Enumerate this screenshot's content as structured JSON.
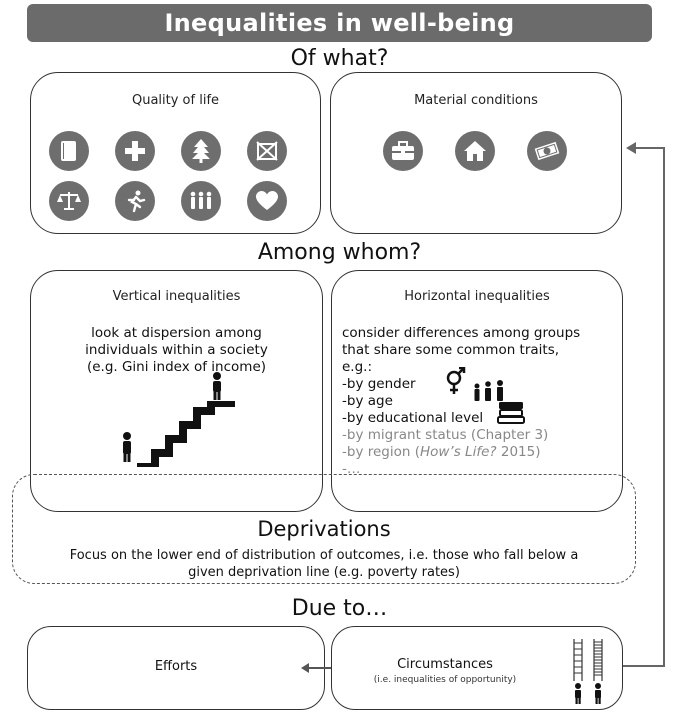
{
  "title": "Inequalities in well-being",
  "headings": {
    "of_what": "Of what?",
    "among_whom": "Among whom?",
    "due_to": "Due to…"
  },
  "quality_of_life": {
    "title": "Quality of life",
    "icons": [
      "book-icon",
      "health-cross-icon",
      "tree-icon",
      "crossed-box-icon",
      "scales-icon",
      "runner-icon",
      "people-group-icon",
      "heart-icon"
    ]
  },
  "material_conditions": {
    "title": "Material conditions",
    "icons": [
      "briefcase-icon",
      "house-icon",
      "money-icon"
    ]
  },
  "vertical": {
    "title": "Vertical inequalities",
    "lines": [
      "look at dispersion among",
      "individuals within a society",
      "(e.g. Gini index of income)"
    ]
  },
  "horizontal": {
    "title": "Horizontal inequalities",
    "lines": [
      "consider differences among groups",
      "that share some common traits,",
      "e.g.:"
    ],
    "items": [
      "-by gender",
      "-by age",
      "-by educational level"
    ],
    "grey_items": [
      "-by migrant status (Chapter 3)",
      "-by region (",
      "How’s Life?",
      " 2015)",
      "-…"
    ]
  },
  "deprivations": {
    "title": "Deprivations",
    "line1": "Focus on the lower end of distribution of outcomes, i.e. those who fall below a",
    "line2": "given deprivation line (e.g. poverty rates)"
  },
  "efforts": {
    "label": "Efforts"
  },
  "circumstances": {
    "label": "Circumstances",
    "note": "(i.e. inequalities of opportunity)"
  },
  "colors": {
    "title_bg": "#6b6b6b",
    "icon_bg": "#6e6e6e",
    "grey_text": "#888888"
  }
}
